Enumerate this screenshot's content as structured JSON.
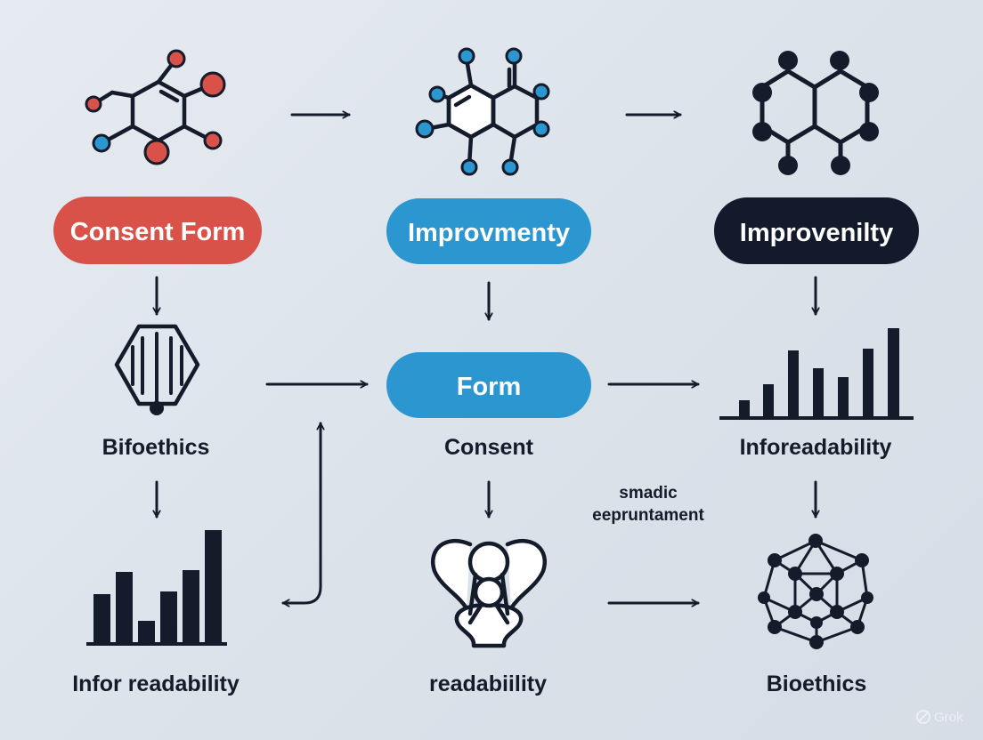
{
  "pills": {
    "consent_form": "Consent Form",
    "improvmenty": "Improvmenty",
    "improvenilty": "Improvenilty",
    "form": "Form"
  },
  "labels": {
    "bifoethics": "Bifoethics",
    "consent": "Consent",
    "inforeadability": "Inforeadability",
    "infor_readability": "Infor readability",
    "readability": "readabiility",
    "bioethics": "Bioethics"
  },
  "note": {
    "line1": "smadic",
    "line2": "eepruntament"
  },
  "watermark": "Grok",
  "colors": {
    "background": "#dfe5ec",
    "red": "#d9524a",
    "blue": "#2b96cf",
    "navy": "#121a2b",
    "ink": "#141c2b",
    "white": "#ffffff"
  }
}
